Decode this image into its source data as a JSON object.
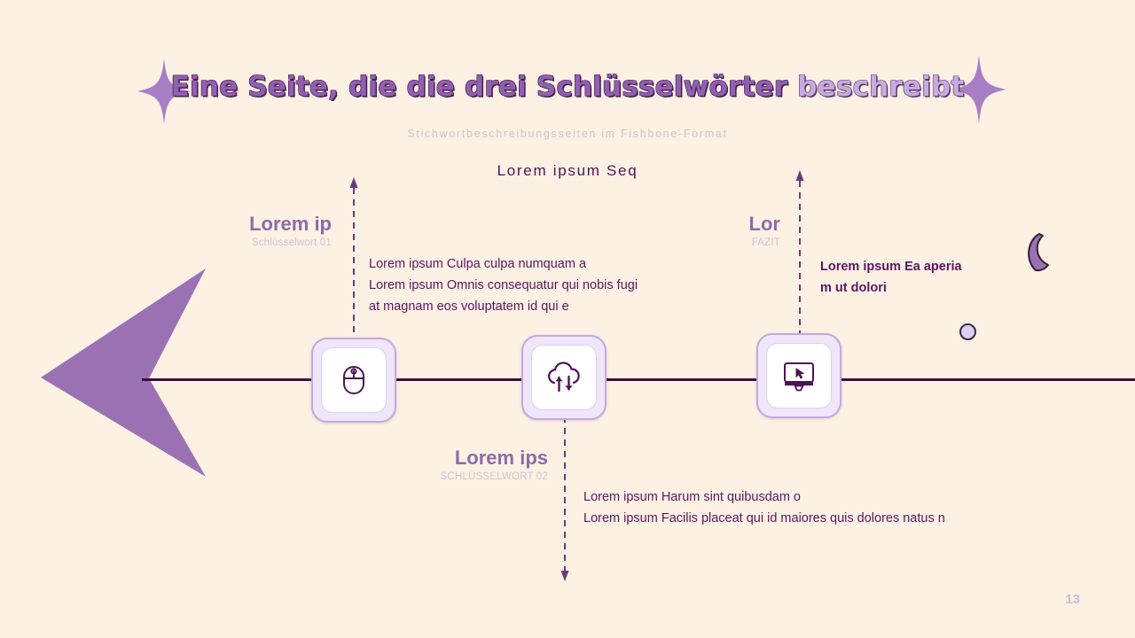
{
  "slide": {
    "background_color": "#FDF1E3",
    "accent_color": "#8E6AA8",
    "spine_color": "#3D0B46",
    "page_number": "13"
  },
  "header": {
    "title_main": "Eine Seite, die die drei Schlüsselwörter ",
    "title_accent": "beschreibt",
    "subtitle": "Stichwortbeschreibungsseiten im Fishbone-Format",
    "sparkle_left": "sparkle-icon",
    "sparkle_right": "sparkle-icon"
  },
  "diagram": {
    "seq_label": "Lorem ipsum Seq",
    "nodes": [
      {
        "id": "node-1",
        "icon": "mouse-icon",
        "key_title": "Lorem ip",
        "key_sub": "Schlüsselwort 01",
        "body": "Lorem ipsum Culpa culpa numquam a\nLorem ipsum Omnis consequatur qui nobis fugi\nat magnam eos voluptatem id qui e"
      },
      {
        "id": "node-2",
        "icon": "cloud-sync-icon",
        "key_title": "Lorem ips",
        "key_sub": "SCHLÜSSELWORT 02",
        "body": "Lorem ipsum Harum sint quibusdam o\nLorem ipsum Facilis placeat qui id maiores quis dolores natus n"
      },
      {
        "id": "node-3",
        "icon": "monitor-cursor-icon",
        "key_title": "Lor",
        "key_sub": "FAZIT",
        "body": "Lorem ipsum Ea aperia\nm ut dolori"
      }
    ]
  },
  "decor": {
    "moon": "crescent-moon-shape",
    "dot": "circle-dot-shape",
    "arrowhead": "fishbone-arrow-head"
  }
}
